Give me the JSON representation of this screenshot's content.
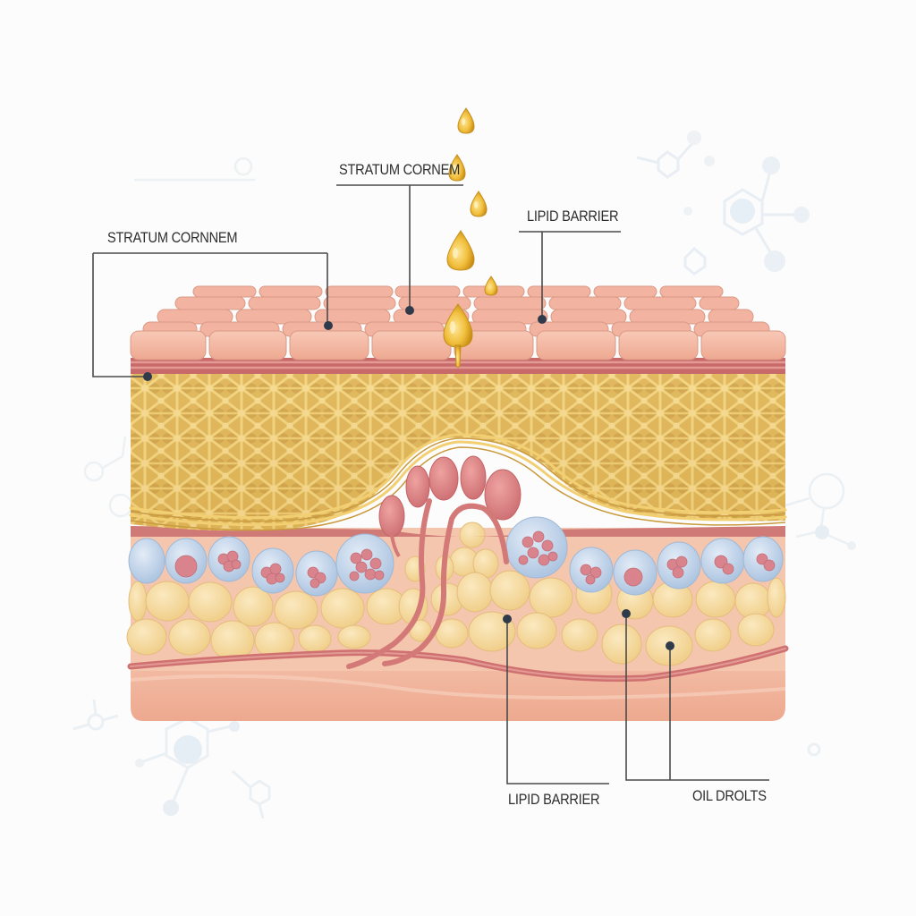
{
  "diagram": {
    "subject": "Skin cross-section with oil droplets",
    "colors": {
      "background": "#fcfcfc",
      "corneocyte": "#f4b8a2",
      "corneocyte_edge": "#d98c7a",
      "dermal_band": "#c96a6a",
      "lipid_mesh": "#e8c46a",
      "lipid_mesh_dark": "#b98a36",
      "gland": "#d97b7b",
      "cell_blue": "#c9d9ec",
      "cell_nucleus": "#d98590",
      "fat_cell": "#f6dca0",
      "base_tissue": "#f3bda4",
      "oil": "#e9b632",
      "leader_line": "#4a4a4a",
      "marker_dot": "#2f3a4a",
      "molecule_deco": "#e6edf3"
    },
    "labels": [
      {
        "id": "label-top-center",
        "text": "STRATUM CORNEM"
      },
      {
        "id": "label-top-left",
        "text": "STRATUM CORNNEM"
      },
      {
        "id": "label-top-right",
        "text": "LIPID BARRIER"
      },
      {
        "id": "label-bottom-center",
        "text": "LIPID BARRIER"
      },
      {
        "id": "label-bottom-right",
        "text": "OIL DROLTS"
      }
    ]
  }
}
